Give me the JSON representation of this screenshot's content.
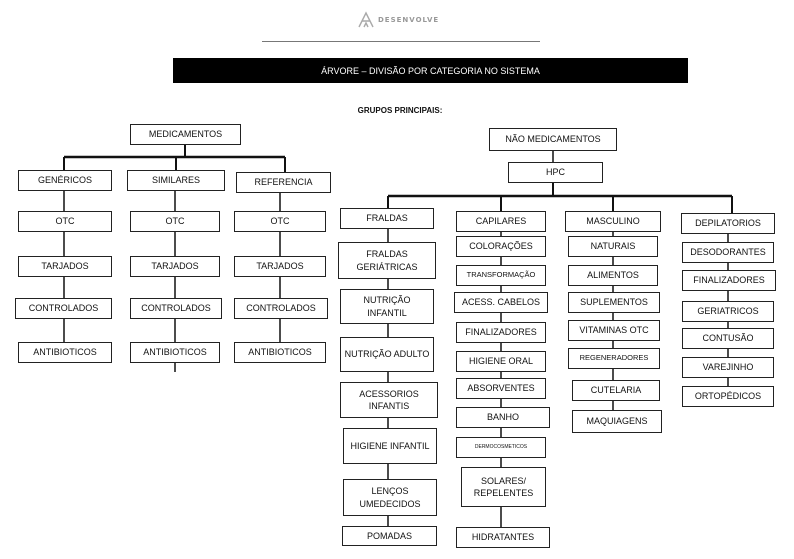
{
  "logo": {
    "text": "DESENVOLVE",
    "icon": "logo-icon"
  },
  "title": "ÁRVORE – DIVISÃO POR CATEGORIA NO SISTEMA",
  "subtitle": "GRUPOS PRINCIPAIS:",
  "medicamentos": {
    "root": "MEDICAMENTOS",
    "columns": [
      {
        "head": "GENÉRICOS",
        "items": [
          "OTC",
          "TARJADOS",
          "CONTROLADOS",
          "ANTIBIOTICOS"
        ]
      },
      {
        "head": "SIMILARES",
        "items": [
          "OTC",
          "TARJADOS",
          "CONTROLADOS",
          "ANTIBIOTICOS"
        ]
      },
      {
        "head": "REFERENCIA",
        "items": [
          "OTC",
          "TARJADOS",
          "CONTROLADOS",
          "ANTIBIOTICOS"
        ]
      }
    ]
  },
  "nao_medicamentos": {
    "root": "NÃO MEDICAMENTOS",
    "hpc": "HPC",
    "columns": [
      {
        "head": "FRALDAS",
        "items": [
          "FRALDAS GERIÁTRICAS",
          "NUTRIÇÃO INFANTIL",
          "NUTRIÇÃO ADULTO",
          "ACESSORIOS INFANTIS",
          "HIGIENE INFANTIL",
          "LENÇOS UMEDECIDOS",
          "POMADAS"
        ]
      },
      {
        "head": "CAPILARES",
        "items": [
          "COLORAÇÕES",
          "TRANSFORMAÇÃO",
          "ACESS. CABELOS",
          "FINALIZADORES",
          "HIGIENE ORAL",
          "ABSORVENTES",
          "BANHO",
          "DERMOCOSMETICOS",
          "SOLARES/ REPELENTES",
          "HIDRATANTES"
        ]
      },
      {
        "head": "MASCULINO",
        "items": [
          "NATURAIS",
          "ALIMENTOS",
          "SUPLEMENTOS",
          "VITAMINAS OTC",
          "REGENERADORES",
          "CUTELARIA",
          "MAQUIAGENS"
        ]
      },
      {
        "head": "DEPILATORIOS",
        "items": [
          "DESODORANTES",
          "FINALIZADORES",
          "GERIATRICOS",
          "CONTUSÃO",
          "VAREJINHO",
          "ORTOPÉDICOS"
        ]
      }
    ]
  }
}
